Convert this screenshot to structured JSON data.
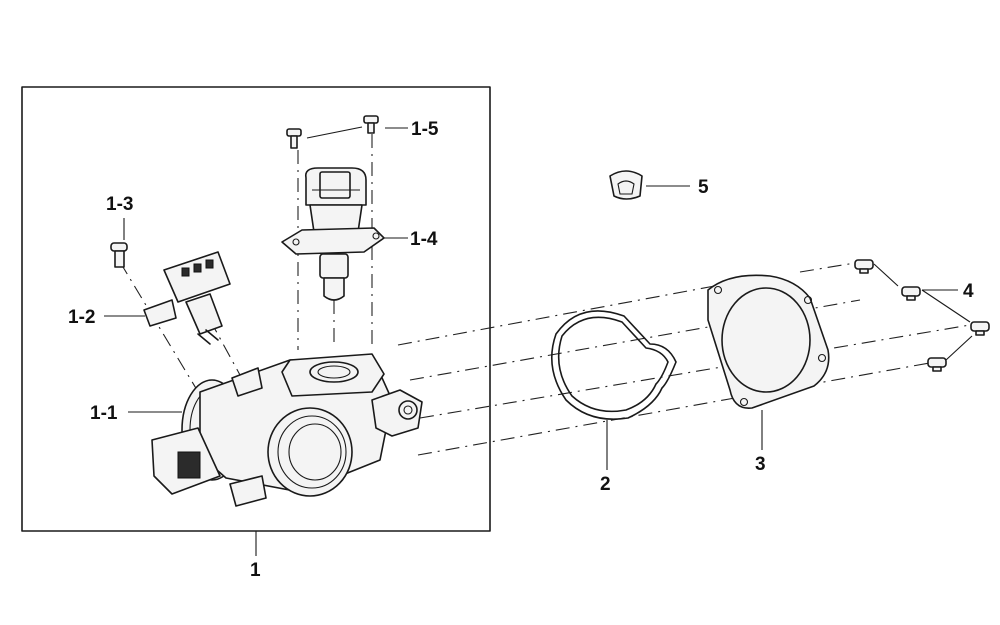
{
  "labels": {
    "l1": "1",
    "l1_1": "1-1",
    "l1_2": "1-2",
    "l1_3": "1-3",
    "l1_4": "1-4",
    "l1_5": "1-5",
    "l2": "2",
    "l3": "3",
    "l4": "4",
    "l5": "5"
  },
  "colors": {
    "line": "#1a1a1a",
    "background": "#ffffff"
  }
}
